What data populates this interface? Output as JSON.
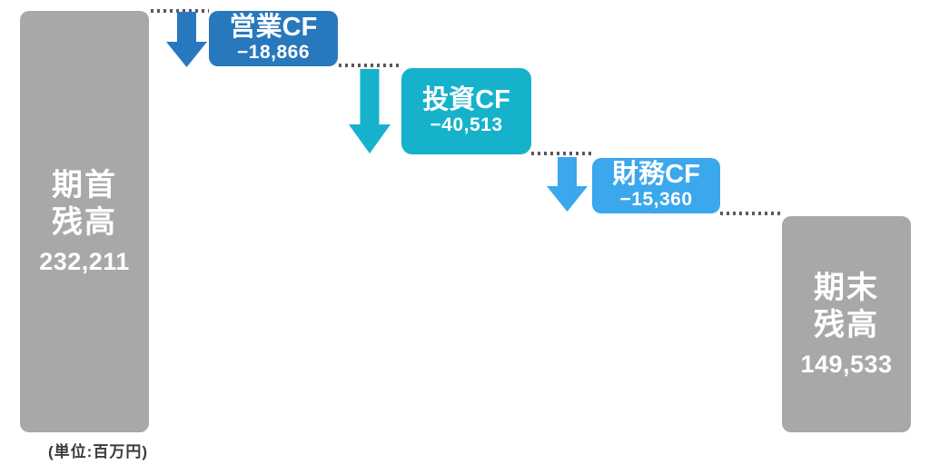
{
  "colors": {
    "balance_bar": "#A8A8A8",
    "dotted_line": "#595959",
    "bar_text": "#FFFFFF"
  },
  "chart_data": {
    "type": "waterfall",
    "title": "",
    "unit": "百万円",
    "annotations": [
      "(単位:百万円)"
    ],
    "start": {
      "label": "期首残高",
      "label_lines": [
        "期首",
        "残高"
      ],
      "value": 232211,
      "value_display": "232,211"
    },
    "steps": [
      {
        "label": "営業CF",
        "value": -18866,
        "value_display": "−18,866",
        "color": "#2878BE"
      },
      {
        "label": "投資CF",
        "value": -40513,
        "value_display": "−40,513",
        "color": "#16B2CB"
      },
      {
        "label": "財務CF",
        "value": -15360,
        "value_display": "−15,360",
        "color": "#3BA7EC"
      }
    ],
    "end": {
      "label": "期末残高",
      "label_lines": [
        "期末",
        "残高"
      ],
      "value": 149533,
      "value_display": "149,533"
    }
  }
}
